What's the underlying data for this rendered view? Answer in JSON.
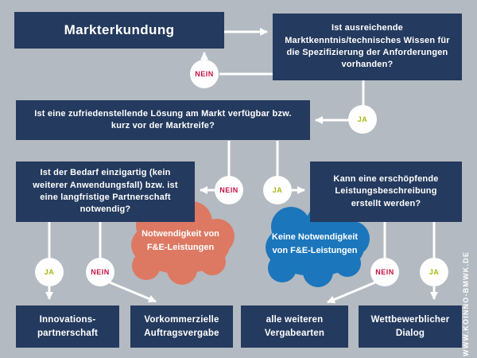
{
  "colors": {
    "background": "#B3BAC1",
    "box_navy": "#243A5E",
    "nein_red": "#C31246",
    "ja_green": "#AAB60F",
    "cloud_salmon": "#DD7963",
    "cloud_blue": "#1B76BC"
  },
  "flowchart": {
    "title": "Markterkundung",
    "questions": {
      "knowledge": "Ist ausreichende\nMarktkenntnis/technisches Wissen für\ndie Spezifizierung der Anforderungen\nvorhanden?",
      "solution": "Ist eine zufriedenstellende Lösung am Markt verfügbar bzw.\nkurz vor der Marktreife?",
      "unique": "Ist der Bedarf einzigartig (kein\nweiterer Anwendungsfall) bzw. ist\neine langfristige Partnerschaft\nnotwendig?",
      "spec": "Kann eine erschöpfende\nLeistungsbeschreibung\nerstellt werden?"
    },
    "results": {
      "innovation": "Innovations-\npartnerschaft",
      "precommercial": "Vorkommerzielle\nAuftragsvergabe",
      "other": "alle weiteren\nVergabearten",
      "dialog": "Wettbewerblicher\nDialog"
    },
    "clouds": {
      "need_rd": "Notwendigkeit von\nF&E-Leistungen",
      "no_need_rd": "Keine Notwendigkeit\nvon F&E-Leistungen"
    },
    "labels": {
      "ja": "JA",
      "nein": "NEIN"
    },
    "watermark": "WWW.KOINNO-BMWK.DE"
  }
}
